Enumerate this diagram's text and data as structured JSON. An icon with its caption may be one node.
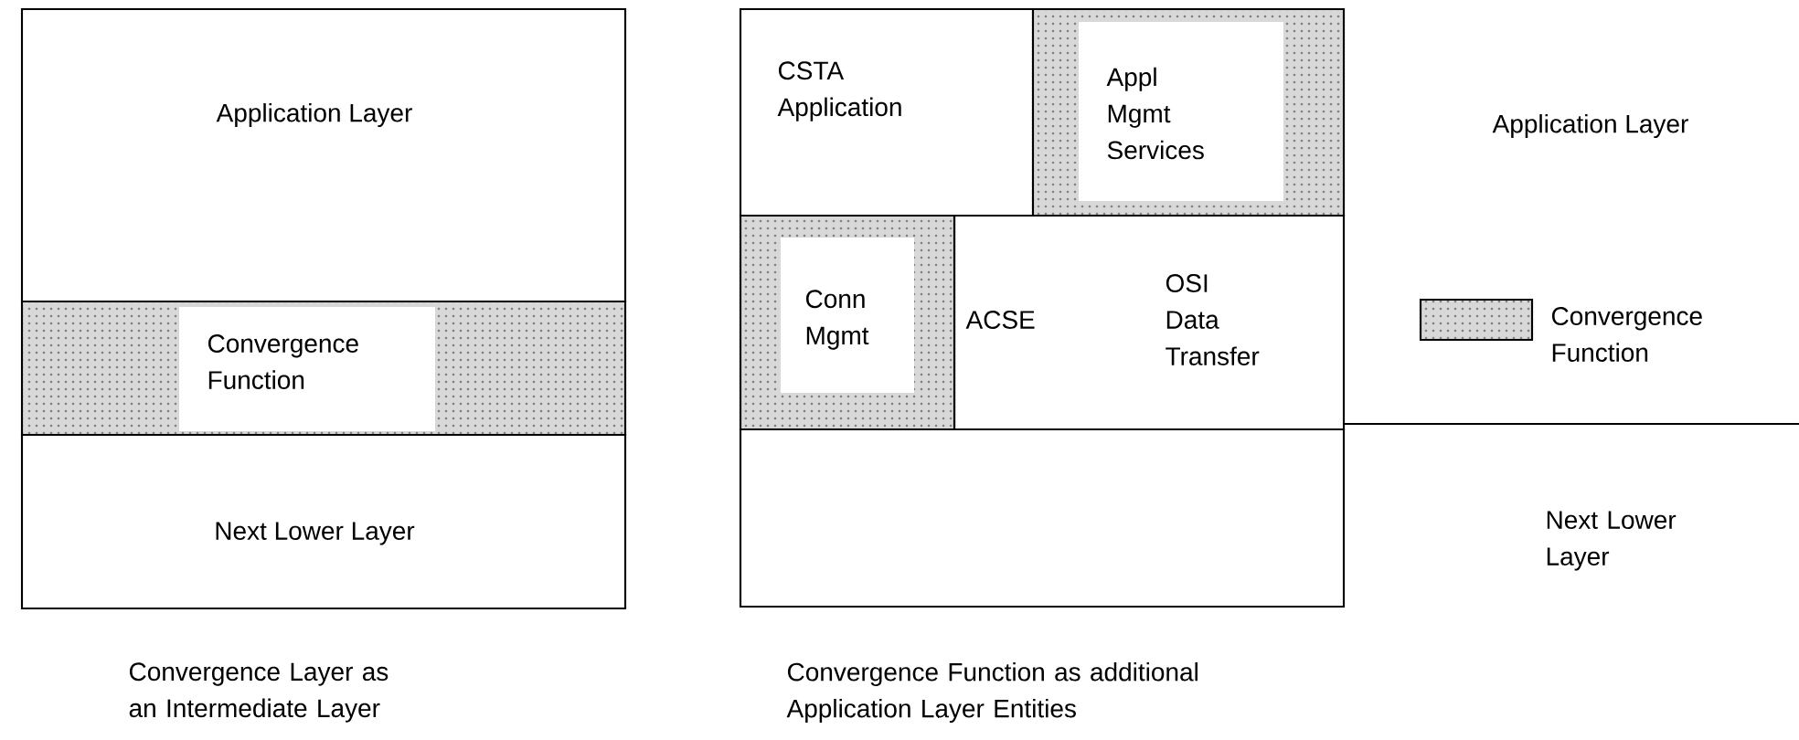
{
  "diagram": {
    "nodes": [
      {
        "text": [
          "Application Layer"
        ]
      },
      {
        "text": [
          "Convergence Function"
        ]
      },
      {
        "text": [
          "Next Lower Layer"
        ]
      },
      {
        "text": [
          "CSTA Application"
        ]
      },
      {
        "text": [
          "Appl Mgmt Services"
        ]
      },
      {
        "text": [
          "Conn Mgmt"
        ]
      },
      {
        "text": [
          "ACSE",
          "OSI Data Transfer"
        ]
      },
      {
        "text": [],
        "shape": "box"
      }
    ],
    "labels": [
      "Application Layer",
      "Next Lower Layer",
      "Convergence Layer as an Intermediate Layer",
      "Convergence Function as additional Application Layer Entities"
    ],
    "legend": [
      {
        "text": "Convergence Function",
        "color": "#d8d8d8"
      }
    ]
  }
}
